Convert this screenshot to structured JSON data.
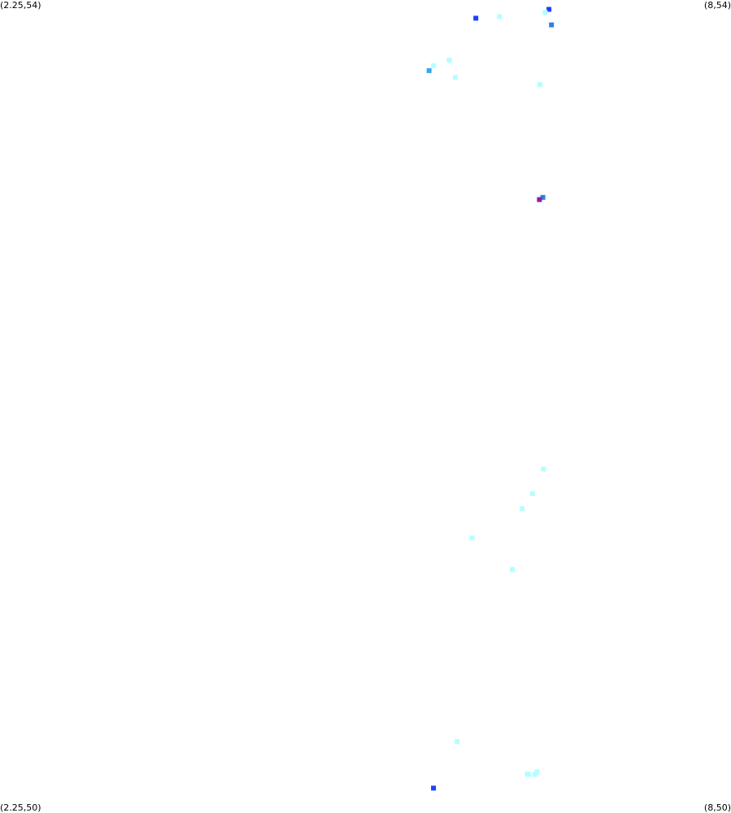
{
  "corners": {
    "top_left": "(2.25,54)",
    "top_right": "(8,54)",
    "bottom_left": "(2.25,50)",
    "bottom_right": "(8,50)"
  },
  "chart_data": {
    "type": "scatter",
    "xlim": [
      2.25,
      8
    ],
    "ylim": [
      50,
      54
    ],
    "grid": false,
    "legend": "none",
    "marker": "square",
    "points": [
      {
        "x": 6.568,
        "y": 53.954,
        "color": "#1f3fff"
      },
      {
        "x": 6.538,
        "y": 53.938,
        "color": "#b3ffff"
      },
      {
        "x": 6.588,
        "y": 53.877,
        "color": "#2f7fdf"
      },
      {
        "x": 5.993,
        "y": 53.91,
        "color": "#1f3fff"
      },
      {
        "x": 6.178,
        "y": 53.918,
        "color": "#b3ffff"
      },
      {
        "x": 5.784,
        "y": 53.703,
        "color": "#b3ffff"
      },
      {
        "x": 5.661,
        "y": 53.676,
        "color": "#b3ffff"
      },
      {
        "x": 5.625,
        "y": 53.651,
        "color": "#2faaf0"
      },
      {
        "x": 5.832,
        "y": 53.618,
        "color": "#b3ffff"
      },
      {
        "x": 6.497,
        "y": 53.582,
        "color": "#b3ffff"
      },
      {
        "x": 6.52,
        "y": 53.025,
        "color": "#2f7fdf"
      },
      {
        "x": 6.493,
        "y": 53.014,
        "color": "#8a1fb0"
      },
      {
        "x": 6.438,
        "y": 51.562,
        "color": "#b3ffff"
      },
      {
        "x": 6.525,
        "y": 51.683,
        "color": "#b3ffff"
      },
      {
        "x": 6.357,
        "y": 51.487,
        "color": "#b3ffff"
      },
      {
        "x": 5.963,
        "y": 51.343,
        "color": "#b3ffff"
      },
      {
        "x": 6.28,
        "y": 51.187,
        "color": "#b3ffff"
      },
      {
        "x": 5.845,
        "y": 50.337,
        "color": "#b3ffff"
      },
      {
        "x": 6.398,
        "y": 50.176,
        "color": "#b3ffff"
      },
      {
        "x": 6.407,
        "y": 50.175,
        "color": "#b3ffff"
      },
      {
        "x": 6.458,
        "y": 50.174,
        "color": "#b3ffff"
      },
      {
        "x": 6.473,
        "y": 50.187,
        "color": "#b3ffff"
      },
      {
        "x": 5.66,
        "y": 50.107,
        "color": "#1f3fff"
      }
    ]
  }
}
